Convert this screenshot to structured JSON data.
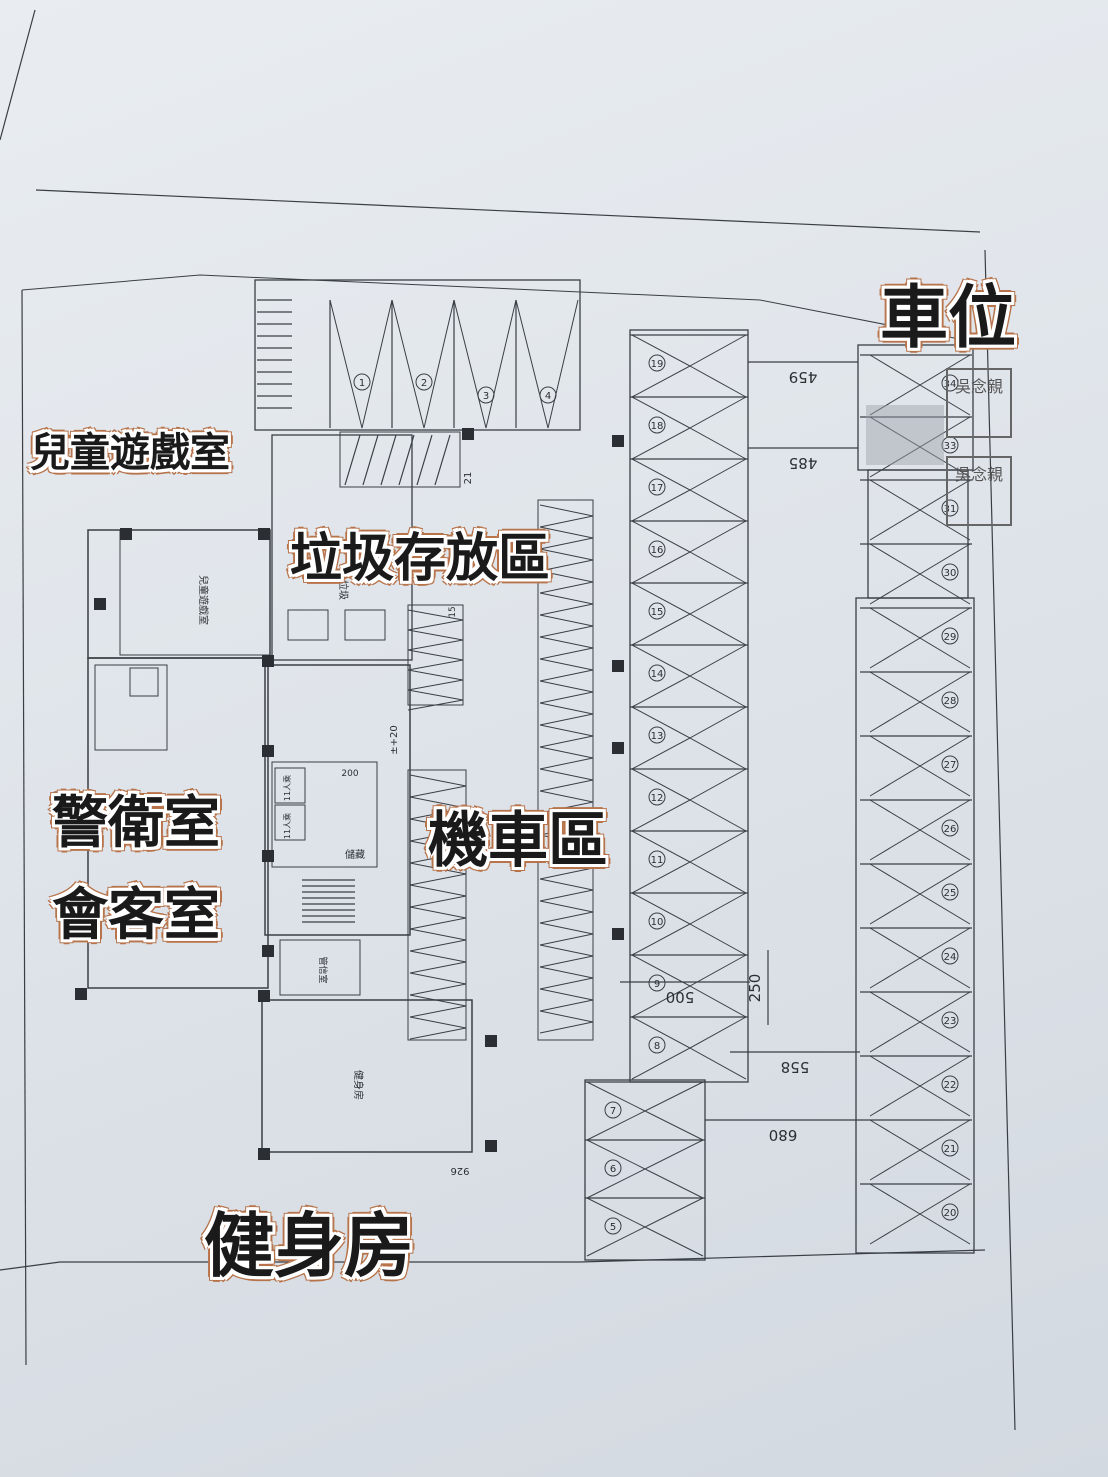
{
  "labels": {
    "parking": "車位",
    "kids_room": "兒童遊戲室",
    "garbage": "垃圾存放區",
    "scooter": "機車區",
    "guard": "警衛室",
    "reception": "會客室",
    "gym": "健身房"
  },
  "plan_text": {
    "dim_459": "459",
    "dim_485": "485",
    "dim_500": "500",
    "dim_250": "250",
    "dim_558": "558",
    "dim_680": "680",
    "dim_926": "926",
    "elev": "±+20",
    "room_kids": "兒童遊戲室",
    "room_garbage": "垃圾",
    "room_gym": "健身房",
    "room_mail": "管信室",
    "room_storage": "儲藏",
    "room_200": "200",
    "room_elev1": "11人乘",
    "room_elev2": "11人乘"
  },
  "spaces": {
    "top_row": [
      "1",
      "2",
      "3",
      "4"
    ],
    "spot_21": "21",
    "spot_15": "15",
    "column_a": [
      "19",
      "18",
      "17",
      "16",
      "15",
      "14",
      "13",
      "12",
      "11",
      "10",
      "9",
      "8"
    ],
    "column_b": [
      "7",
      "6",
      "5"
    ],
    "column_c": [
      "34",
      "33",
      "31",
      "30",
      "29",
      "28",
      "27",
      "26",
      "25",
      "24",
      "23",
      "22",
      "21",
      "20"
    ]
  },
  "stamp": {
    "seal_1": "吳念親",
    "seal_2": "吳念親"
  }
}
